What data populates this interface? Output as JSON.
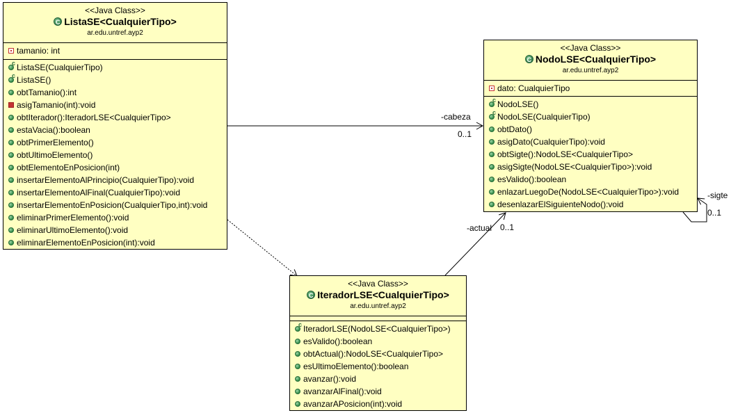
{
  "classes": {
    "lista": {
      "stereotype": "<<Java Class>>",
      "name": "ListaSE<CualquierTipo>",
      "package": "ar.edu.untref.ayp2",
      "icon": "class-icon",
      "attributes": [
        {
          "vis": "private-field",
          "text": "tamanio: int"
        }
      ],
      "methods": [
        {
          "vis": "ctor",
          "text": "ListaSE(CualquierTipo)"
        },
        {
          "vis": "ctor",
          "text": "ListaSE()"
        },
        {
          "vis": "public",
          "text": "obtTamanio():int"
        },
        {
          "vis": "private-method",
          "text": "asigTamanio(int):void"
        },
        {
          "vis": "public",
          "text": "obtIterador():IteradorLSE<CualquierTipo>"
        },
        {
          "vis": "public",
          "text": "estaVacia():boolean"
        },
        {
          "vis": "public",
          "text": "obtPrimerElemento()"
        },
        {
          "vis": "public",
          "text": "obtUltimoElemento()"
        },
        {
          "vis": "public",
          "text": "obtElementoEnPosicion(int)"
        },
        {
          "vis": "public",
          "text": "insertarElementoAlPrincipio(CualquierTipo):void"
        },
        {
          "vis": "public",
          "text": "insertarElementoAlFinal(CualquierTipo):void"
        },
        {
          "vis": "public",
          "text": "insertarElementoEnPosicion(CualquierTipo,int):void"
        },
        {
          "vis": "public",
          "text": "eliminarPrimerElemento():void"
        },
        {
          "vis": "public",
          "text": "eliminarUltimoElemento():void"
        },
        {
          "vis": "public",
          "text": "eliminarElementoEnPosicion(int):void"
        }
      ]
    },
    "nodo": {
      "stereotype": "<<Java Class>>",
      "name": "NodoLSE<CualquierTipo>",
      "package": "ar.edu.untref.ayp2",
      "icon": "class-icon",
      "attributes": [
        {
          "vis": "private-field",
          "text": "dato: CualquierTipo"
        }
      ],
      "methods": [
        {
          "vis": "ctor",
          "text": "NodoLSE()"
        },
        {
          "vis": "ctor",
          "text": "NodoLSE(CualquierTipo)"
        },
        {
          "vis": "public",
          "text": "obtDato()"
        },
        {
          "vis": "public",
          "text": "asigDato(CualquierTipo):void"
        },
        {
          "vis": "public",
          "text": "obtSigte():NodoLSE<CualquierTipo>"
        },
        {
          "vis": "public",
          "text": "asigSigte(NodoLSE<CualquierTipo>):void"
        },
        {
          "vis": "public",
          "text": "esValido():boolean"
        },
        {
          "vis": "public",
          "text": "enlazarLuegoDe(NodoLSE<CualquierTipo>):void"
        },
        {
          "vis": "public",
          "text": "desenlazarElSiguienteNodo():void"
        }
      ]
    },
    "iterador": {
      "stereotype": "<<Java Class>>",
      "name": "IteradorLSE<CualquierTipo>",
      "package": "ar.edu.untref.ayp2",
      "icon": "class-icon",
      "attributes": [],
      "methods": [
        {
          "vis": "ctor",
          "text": "IteradorLSE(NodoLSE<CualquierTipo>)"
        },
        {
          "vis": "public",
          "text": "esValido():boolean"
        },
        {
          "vis": "public",
          "text": "obtActual():NodoLSE<CualquierTipo>"
        },
        {
          "vis": "public",
          "text": "esUltimoElemento():boolean"
        },
        {
          "vis": "public",
          "text": "avanzar():void"
        },
        {
          "vis": "public",
          "text": "avanzarAlFinal():void"
        },
        {
          "vis": "public",
          "text": "avanzarAPosicion(int):void"
        }
      ]
    }
  },
  "associations": {
    "cabeza": {
      "role": "-cabeza",
      "multiplicity": "0..1"
    },
    "actual": {
      "role": "-actual",
      "multiplicity": "0..1"
    },
    "sigte": {
      "role": "-sigte",
      "multiplicity": "0..1"
    }
  }
}
